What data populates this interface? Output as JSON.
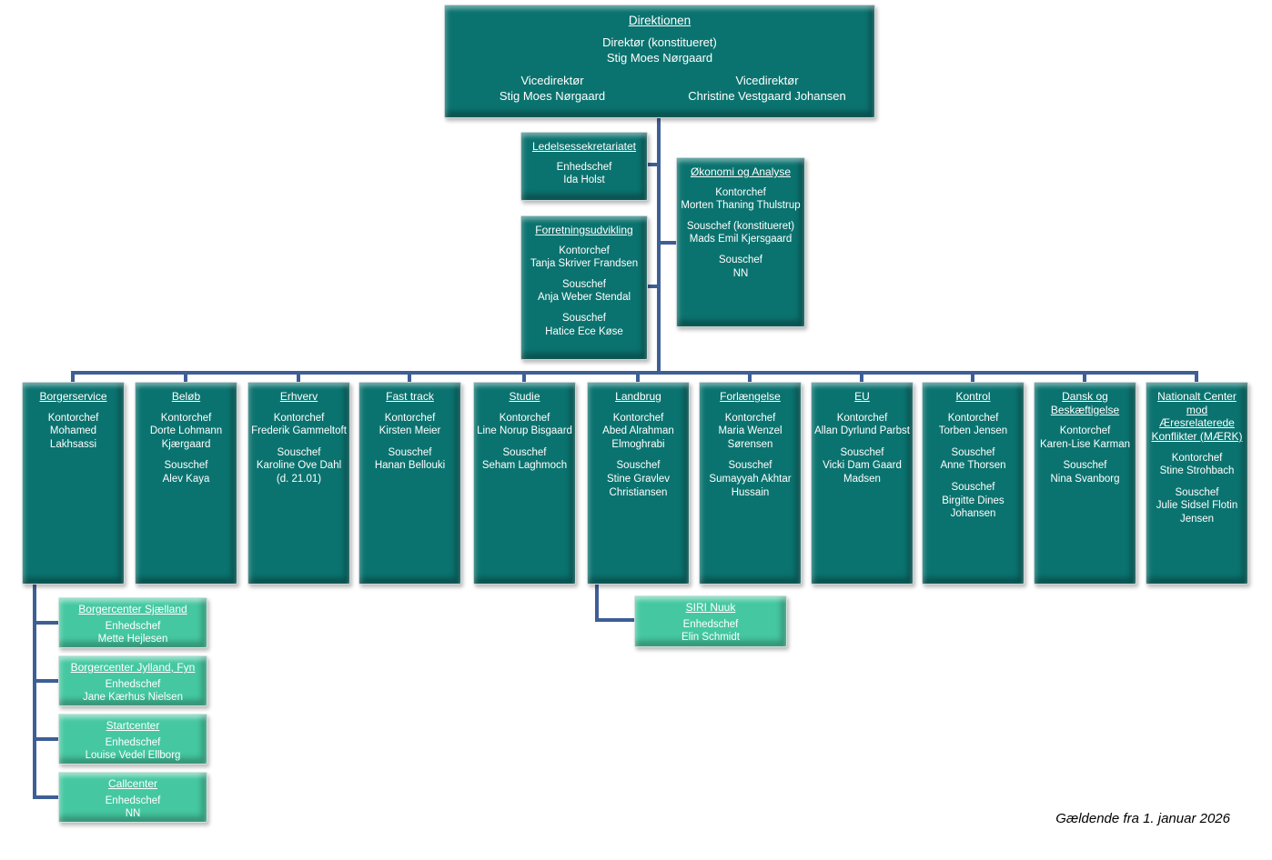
{
  "colors": {
    "box_teal": "#0B736F",
    "box_light_green": "#45C8A1",
    "connector_blue": "#3E5E96",
    "text": "#FFFFFF"
  },
  "direktionen": {
    "title": "Direktionen",
    "director": {
      "title": "Direktør (konstitueret)",
      "name": "Stig Moes Nørgaard"
    },
    "vice": [
      {
        "title": "Vicedirektør",
        "name": "Stig Moes Nørgaard"
      },
      {
        "title": "Vicedirektør",
        "name": "Christine Vestgaard Johansen"
      }
    ]
  },
  "staff_units": [
    {
      "title": "Ledelsessekretariatet",
      "roles": [
        {
          "title": "Enhedschef",
          "name": "Ida Holst"
        }
      ]
    },
    {
      "title": "Forretningsudvikling",
      "roles": [
        {
          "title": "Kontorchef",
          "name": "Tanja Skriver Frandsen"
        },
        {
          "title": "Souschef",
          "name": "Anja Weber Stendal"
        },
        {
          "title": "Souschef",
          "name": "Hatice Ece Køse"
        }
      ]
    },
    {
      "title": "Økonomi og Analyse",
      "roles": [
        {
          "title": "Kontorchef",
          "name": "Morten Thaning Thulstrup"
        },
        {
          "title": "Souschef (konstitueret)",
          "name": "Mads Emil Kjersgaard"
        },
        {
          "title": "Souschef",
          "name": "NN"
        }
      ]
    }
  ],
  "departments": [
    {
      "title": "Borgerservice",
      "roles": [
        {
          "title": "Kontorchef",
          "name": "Mohamed Lakhsassi"
        }
      ]
    },
    {
      "title": "Beløb",
      "roles": [
        {
          "title": "Kontorchef",
          "name": "Dorte Lohmann Kjærgaard"
        },
        {
          "title": "Souschef",
          "name": "Alev Kaya"
        }
      ]
    },
    {
      "title": "Erhverv",
      "roles": [
        {
          "title": "Kontorchef",
          "name": "Frederik Gammeltoft"
        },
        {
          "title": "Souschef",
          "name": "Karoline Ove Dahl (d. 21.01)"
        }
      ]
    },
    {
      "title": "Fast track",
      "roles": [
        {
          "title": "Kontorchef",
          "name": "Kirsten Meier"
        },
        {
          "title": "Souschef",
          "name": "Hanan Bellouki"
        }
      ]
    },
    {
      "title": "Studie",
      "roles": [
        {
          "title": "Kontorchef",
          "name": "Line Norup Bisgaard"
        },
        {
          "title": "Souschef",
          "name": "Seham Laghmoch"
        }
      ]
    },
    {
      "title": "Landbrug",
      "roles": [
        {
          "title": "Kontorchef",
          "name": "Abed Alrahman Elmoghrabi"
        },
        {
          "title": "Souschef",
          "name": "Stine Gravlev Christiansen"
        }
      ]
    },
    {
      "title": "Forlængelse",
      "roles": [
        {
          "title": "Kontorchef",
          "name": "Maria Wenzel Sørensen"
        },
        {
          "title": "Souschef",
          "name": "Sumayyah Akhtar Hussain"
        }
      ]
    },
    {
      "title": "EU",
      "roles": [
        {
          "title": "Kontorchef",
          "name": "Allan Dyrlund Parbst"
        },
        {
          "title": "Souschef",
          "name": "Vicki Dam Gaard Madsen"
        }
      ]
    },
    {
      "title": "Kontrol",
      "roles": [
        {
          "title": "Kontorchef",
          "name": "Torben Jensen"
        },
        {
          "title": "Souschef",
          "name": "Anne Thorsen"
        },
        {
          "title": "Souschef",
          "name": "Birgitte Dines Johansen"
        }
      ]
    },
    {
      "title": "Dansk og Beskæftigelse",
      "roles": [
        {
          "title": "Kontorchef",
          "name": "Karen-Lise Karman"
        },
        {
          "title": "Souschef",
          "name": "Nina Svanborg"
        }
      ]
    },
    {
      "title": "Nationalt Center mod Æresrelaterede Konflikter (MÆRK)",
      "roles": [
        {
          "title": "Kontorchef",
          "name": "Stine Strohbach"
        },
        {
          "title": "Souschef",
          "name": "Julie Sidsel Flotin Jensen"
        }
      ]
    }
  ],
  "borgerservice_subunits": [
    {
      "title": "Borgercenter Sjælland",
      "roles": [
        {
          "title": "Enhedschef",
          "name": "Mette Hejlesen"
        }
      ]
    },
    {
      "title": "Borgercenter Jylland, Fyn",
      "roles": [
        {
          "title": "Enhedschef",
          "name": "Jane Kærhus Nielsen"
        }
      ]
    },
    {
      "title": "Startcenter",
      "roles": [
        {
          "title": "Enhedschef",
          "name": "Louise Vedel Ellborg"
        }
      ]
    },
    {
      "title": "Callcenter",
      "roles": [
        {
          "title": "Enhedschef",
          "name": "NN"
        }
      ]
    }
  ],
  "landbrug_subunits": [
    {
      "title": "SIRI Nuuk",
      "roles": [
        {
          "title": "Enhedschef",
          "name": "Elin Schmidt"
        }
      ]
    }
  ],
  "footer": {
    "note": "Gældende fra 1. januar 2026"
  }
}
